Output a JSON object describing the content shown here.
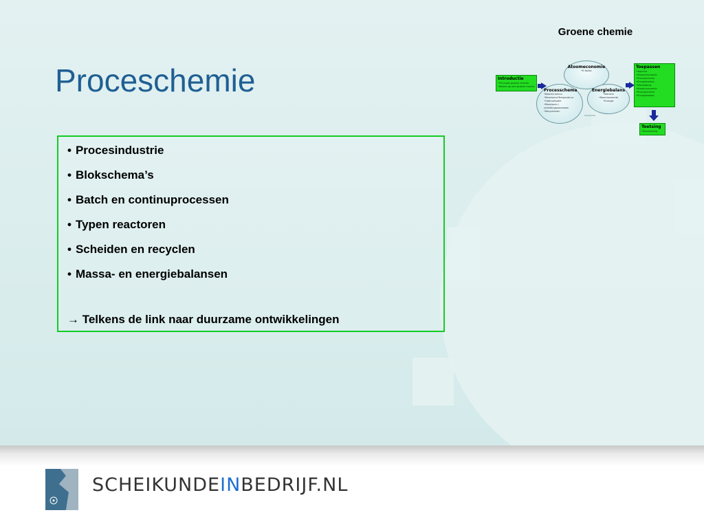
{
  "header": {
    "top_label": "Groene chemie"
  },
  "slide": {
    "title": "Proceschemie",
    "bullets": [
      "Procesindustrie",
      "Blokschema’s",
      "Batch en continuprocessen",
      "Typen reactoren",
      "Scheiden en recyclen",
      "Massa- en energiebalansen"
    ],
    "link_text": "Telkens de link naar duurzame ontwikkelingen"
  },
  "mini_diagram": {
    "intro": {
      "title": "Introductie",
      "lines": [
        "•Principes groene chemie",
        "•Balans op een groene manier"
      ]
    },
    "atoom": {
      "title": "Atoomeconomie",
      "lines": [
        "•E-factor"
      ]
    },
    "proces": {
      "title": "Processchema",
      "lines": [
        "•Batch/Continu",
        "•Reactoren/Temperatuur",
        "•Optimalisatie",
        "•Reactoren / scheidingsprocessen",
        "•Recycleeren"
      ]
    },
    "energie": {
      "title": "Energiebalans",
      "lines": [
        "•Warmte",
        "•Reactiewarmte",
        "•Energie"
      ]
    },
    "toepassen": {
      "title": "Toepassen",
      "lines": [
        "•Aspirine",
        "•Atoomeconomie",
        "•Processchema",
        "•Energiebalans",
        "•Nieuwbouw",
        "•Atoomeconomie",
        "•Processchema",
        "•Energiebalans"
      ]
    },
    "toetsing": {
      "title": "Toetsing",
      "lines": [
        "•Beoordeling"
      ]
    },
    "colors": {
      "box": "#22dd22",
      "arrow": "#1a2a9a"
    }
  },
  "footer": {
    "logo_part1": "SCHEIKUNDE",
    "logo_part2": "IN",
    "logo_part3": "BEDRIJF.NL",
    "accent_color": "#1e6fd0"
  }
}
